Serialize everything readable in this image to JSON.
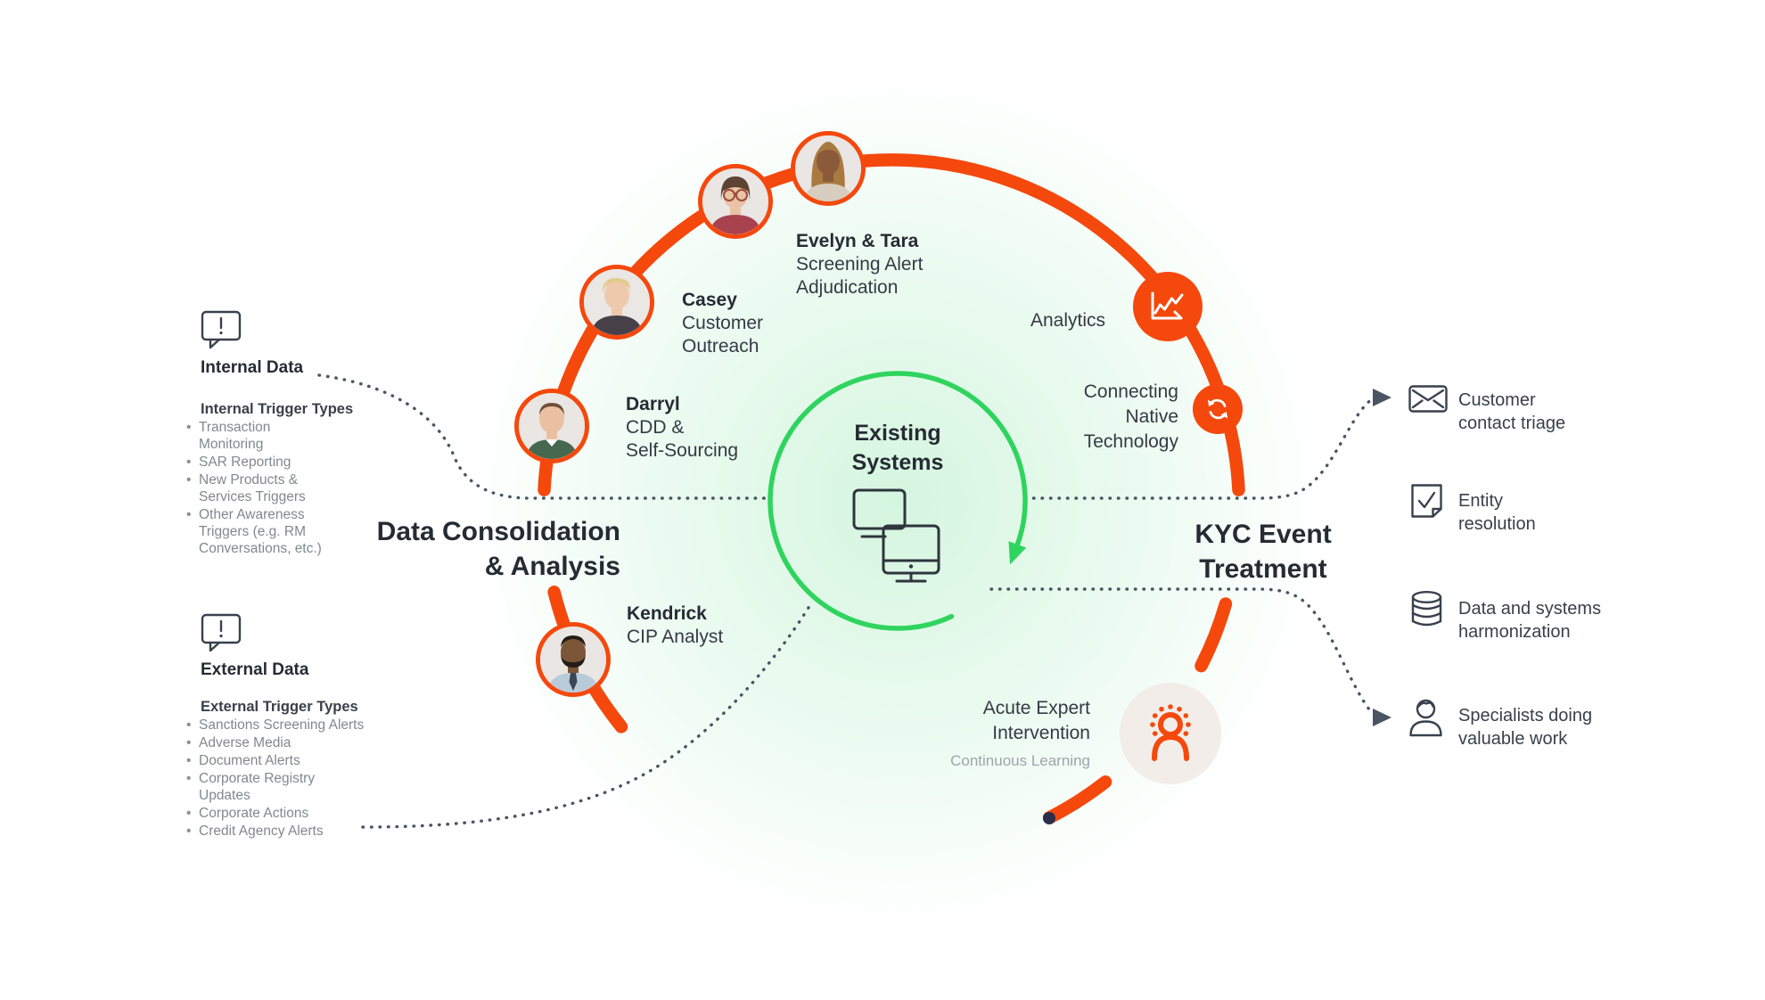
{
  "colors": {
    "orange": "#F5480D",
    "green": "#2FD45E",
    "dark_text": "#262B33",
    "gray_text": "#82878F",
    "slate": "#4A5462",
    "beige_circle": "#F2EDE9",
    "navy_dot": "#2A2E4A"
  },
  "sources": {
    "internal": {
      "icon": "alert-bubble-icon",
      "title": "Internal Data",
      "subtitle": "Internal Trigger Types",
      "items": [
        "Transaction\nMonitoring",
        "SAR Reporting",
        "New Products &\nServices Triggers",
        "Other Awareness\nTriggers (e.g. RM\nConversations, etc.)"
      ]
    },
    "external": {
      "icon": "alert-bubble-icon",
      "title": "External Data",
      "subtitle": "External Trigger Types",
      "items": [
        "Sanctions Screening Alerts",
        "Adverse Media",
        "Document Alerts",
        "Corporate Registry\nUpdates",
        "Corporate Actions",
        "Credit Agency Alerts"
      ]
    }
  },
  "stages": {
    "consolidation": "Data Consolidation\n& Analysis",
    "treatment": "KYC Event\nTreatment"
  },
  "center": {
    "label": "Existing\nSystems",
    "icon": "computers-icon"
  },
  "people": {
    "darryl": {
      "name": "Darryl",
      "role": "CDD &\nSelf-Sourcing"
    },
    "casey": {
      "name": "Casey",
      "role": "Customer\nOutreach"
    },
    "evelyn_tara": {
      "name": "Evelyn & Tara",
      "role": "Screening Alert\nAdjudication"
    },
    "kendrick": {
      "name": "Kendrick",
      "role": "CIP Analyst"
    }
  },
  "capabilities": {
    "analytics": "Analytics",
    "connecting": "Connecting\nNative\nTechnology",
    "acute": "Acute Expert\nIntervention",
    "continuous": "Continuous Learning"
  },
  "outputs": [
    {
      "icon": "envelope-icon",
      "label": "Customer\ncontact triage"
    },
    {
      "icon": "document-check-icon",
      "label": "Entity\nresolution"
    },
    {
      "icon": "database-icon",
      "label": "Data and systems\nharmonization"
    },
    {
      "icon": "person-icon",
      "label": "Specialists doing\nvaluable work"
    }
  ]
}
